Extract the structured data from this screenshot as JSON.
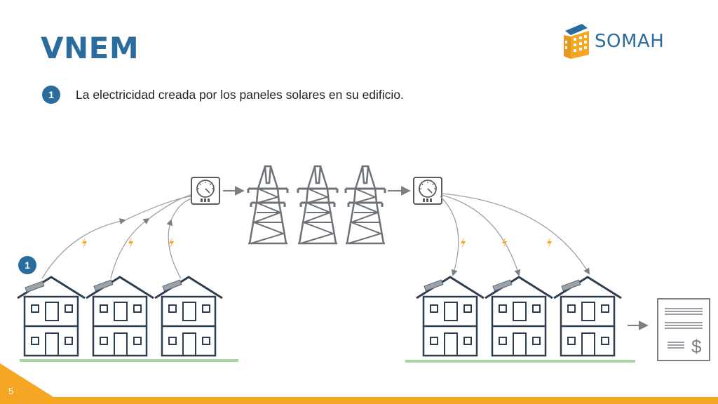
{
  "slide": {
    "title": "VNEM",
    "page_number": "5"
  },
  "logo": {
    "text": "SOMAH",
    "icon": "building-with-solar-panels-logo"
  },
  "steps": [
    {
      "number": "1",
      "text": "La electricidad creada por los paneles solares en su edificio."
    }
  ],
  "diagram": {
    "house_badge": "1",
    "bill_symbol": "$",
    "icons": [
      "electric-meter-icon",
      "transmission-tower-icon",
      "house-icon",
      "solar-panel-icon",
      "lightning-bolt-icon",
      "utility-bill-icon",
      "arrow-icon"
    ]
  },
  "colors": {
    "title_blue": "#2b6c9e",
    "accent_orange": "#f5a623",
    "house_navy": "#2c3e50",
    "tower_gray": "#6d7278",
    "ground_green": "#a8d5a2"
  }
}
